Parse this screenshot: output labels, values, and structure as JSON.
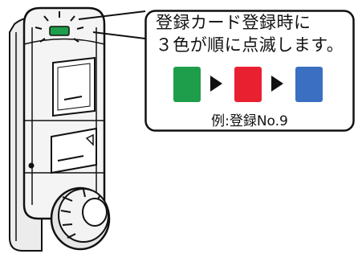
{
  "callout": {
    "line1": "登録カード登録時に",
    "line2": "３色が順に点滅します。",
    "example": "例:登録No.9"
  },
  "sequence": [
    {
      "name": "green",
      "color": "#1e9e4a"
    },
    {
      "name": "red",
      "color": "#e8202f"
    },
    {
      "name": "blue",
      "color": "#3a6fc2"
    }
  ],
  "colors": {
    "indicator_lamp": "#1e9e4a",
    "outline": "#111111"
  }
}
